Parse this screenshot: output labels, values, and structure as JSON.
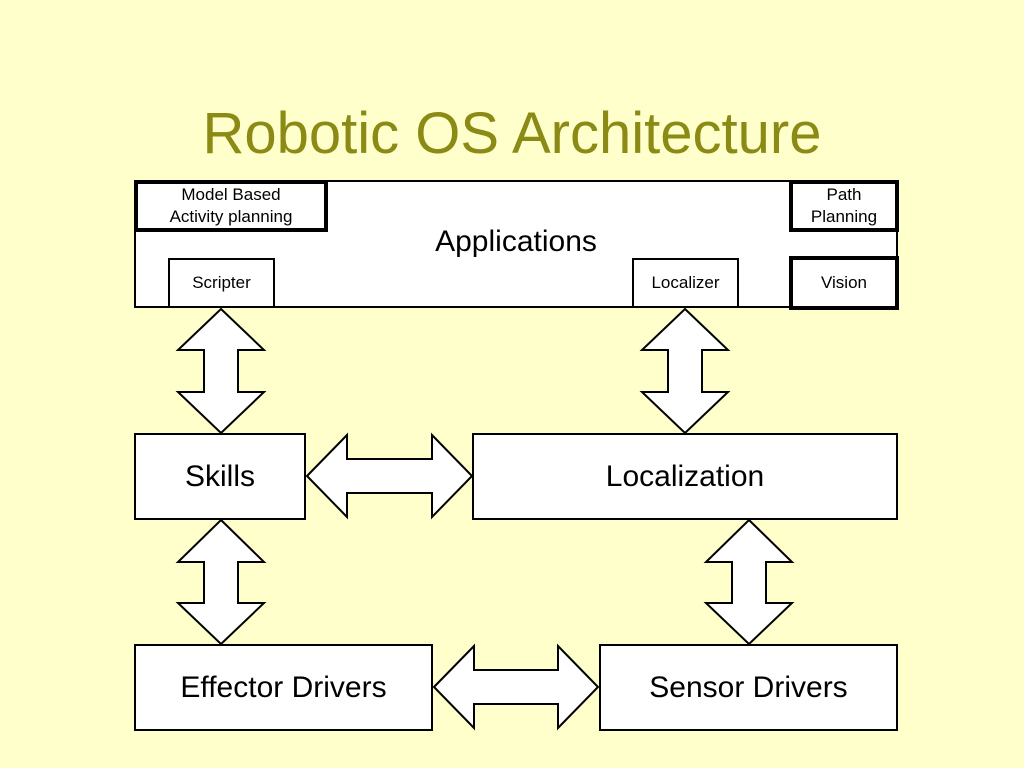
{
  "title": "Robotic OS Architecture",
  "applications": {
    "label": "Applications",
    "model_based": "Model Based\nActivity planning",
    "path_planning": "Path\nPlanning",
    "scripter": "Scripter",
    "localizer": "Localizer",
    "vision": "Vision"
  },
  "skills": "Skills",
  "localization": "Localization",
  "effector_drivers": "Effector Drivers",
  "sensor_drivers": "Sensor Drivers",
  "colors": {
    "background": "#ffffcc",
    "title": "#8a8a14",
    "box_fill": "#ffffff",
    "stroke": "#000000"
  }
}
